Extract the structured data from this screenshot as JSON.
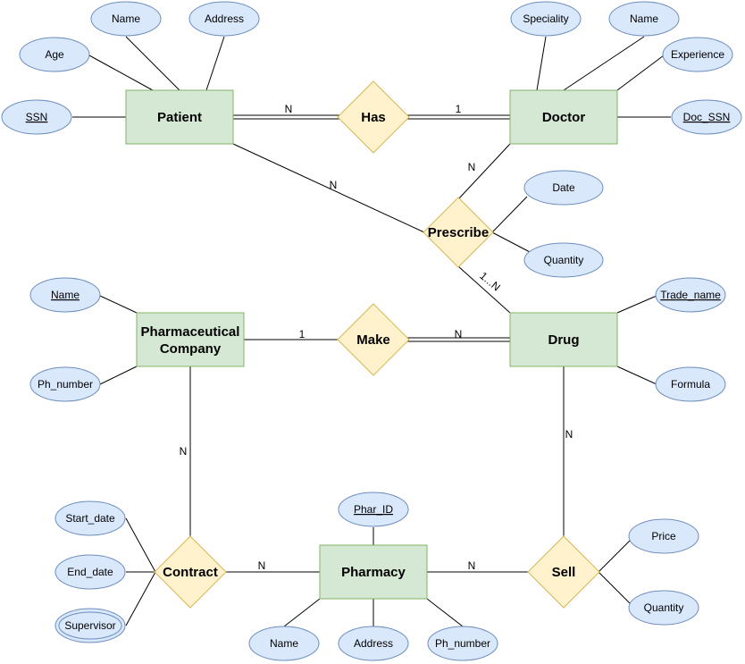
{
  "entities": {
    "patient": "Patient",
    "doctor": "Doctor",
    "pharma_line1": "Pharmaceutical",
    "pharma_line2": "Company",
    "drug": "Drug",
    "pharmacy": "Pharmacy"
  },
  "relationships": {
    "has": "Has",
    "prescribe": "Prescribe",
    "make": "Make",
    "contract": "Contract",
    "sell": "Sell"
  },
  "attributes": {
    "patient_name": "Name",
    "patient_address": "Address",
    "patient_age": "Age",
    "patient_ssn": "SSN",
    "doctor_speciality": "Speciality",
    "doctor_name": "Name",
    "doctor_experience": "Experience",
    "doctor_ssn": "Doc_SSN",
    "prescribe_date": "Date",
    "prescribe_quantity": "Quantity",
    "company_name": "Name",
    "company_phone": "Ph_number",
    "drug_trade_name": "Trade_name",
    "drug_formula": "Formula",
    "contract_start": "Start_date",
    "contract_end": "End_date",
    "contract_supervisor": "Supervisor",
    "pharmacy_id": "Phar_ID",
    "pharmacy_name": "Name",
    "pharmacy_address": "Address",
    "pharmacy_phone": "Ph_number",
    "sell_price": "Price",
    "sell_quantity": "Quantity"
  },
  "cardinalities": {
    "patient_has": "N",
    "doctor_has": "1",
    "doctor_prescribe": "N",
    "patient_prescribe": "N",
    "drug_prescribe": "1...N",
    "company_make": "1",
    "drug_make": "N",
    "company_contract": "N",
    "drug_sell": "N",
    "pharmacy_contract": "N",
    "pharmacy_sell": "N"
  },
  "colors": {
    "entity_fill": "#d5e8d4",
    "entity_stroke": "#82b366",
    "relationship_fill": "#fff2cc",
    "relationship_stroke": "#d6b656",
    "attribute_fill": "#dae8fc",
    "attribute_stroke": "#6c8ebf"
  }
}
